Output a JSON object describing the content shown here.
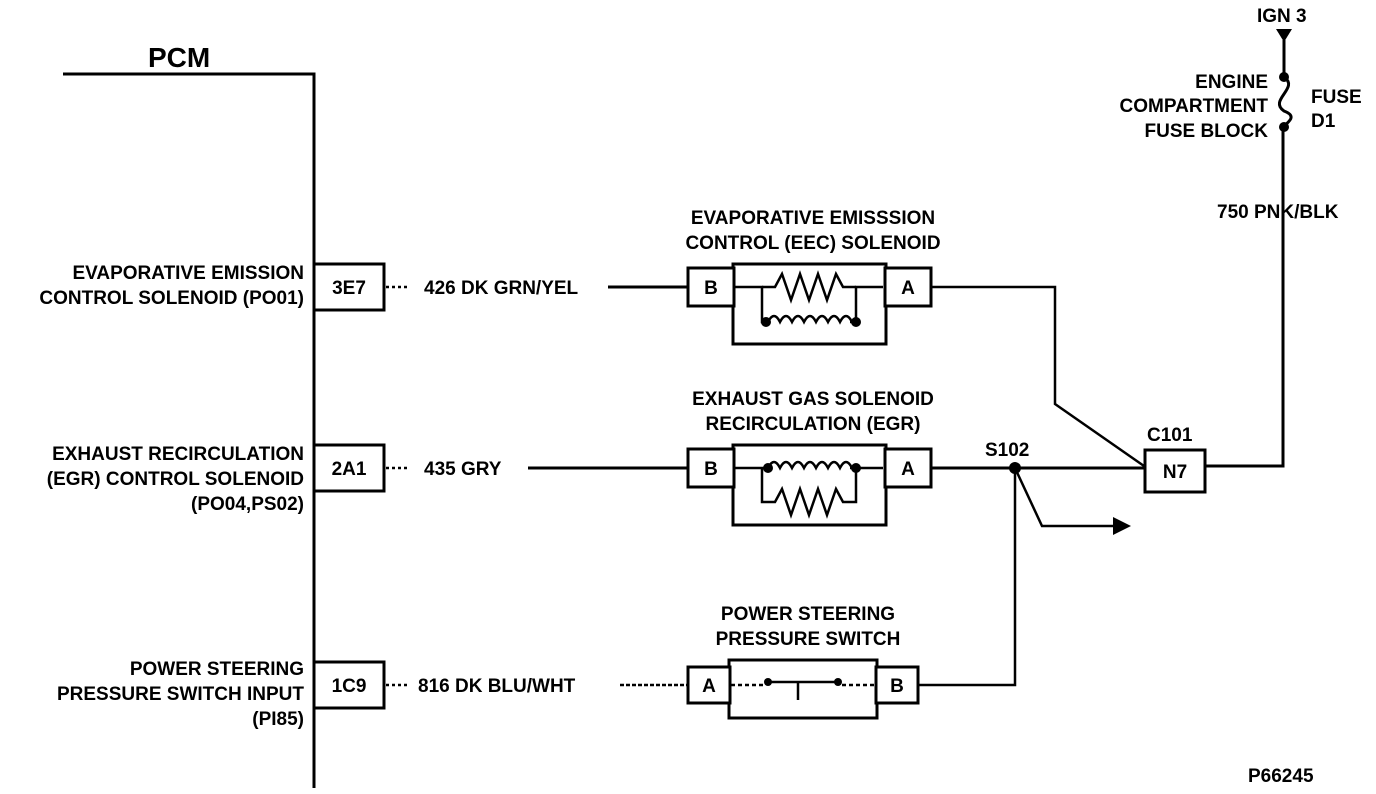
{
  "pcm": {
    "title": "PCM",
    "inputs": [
      {
        "lines": [
          "EVAPORATIVE EMISSION",
          "CONTROL SOLENOID (PO01)"
        ],
        "pin": "3E7",
        "wire": "426 DK GRN/YEL"
      },
      {
        "lines": [
          "EXHAUST RECIRCULATION",
          "(EGR) CONTROL SOLENOID",
          "(PO04,PS02)"
        ],
        "pin": "2A1",
        "wire": "435 GRY"
      },
      {
        "lines": [
          "POWER STEERING",
          "PRESSURE SWITCH INPUT",
          "(PI85)"
        ],
        "pin": "1C9",
        "wire": "816 DK BLU/WHT"
      }
    ]
  },
  "components": {
    "eec": {
      "lines": [
        "EVAPORATIVE EMISSSION",
        "CONTROL (EEC) SOLENOID"
      ],
      "left_pin": "B",
      "right_pin": "A"
    },
    "egr": {
      "lines": [
        "EXHAUST GAS SOLENOID",
        "RECIRCULATION (EGR)"
      ],
      "left_pin": "B",
      "right_pin": "A"
    },
    "ps": {
      "lines": [
        "POWER STEERING",
        "PRESSURE SWITCH"
      ],
      "left_pin": "A",
      "right_pin": "B"
    }
  },
  "splice": "S102",
  "connector": {
    "name": "C101",
    "pin": "N7"
  },
  "power": {
    "source": "IGN 3",
    "fuse_block": [
      "ENGINE",
      "COMPARTMENT",
      "FUSE BLOCK"
    ],
    "fuse": [
      "FUSE",
      "D1"
    ],
    "wire": "750 PNK/BLK"
  },
  "figure_id": "P66245"
}
